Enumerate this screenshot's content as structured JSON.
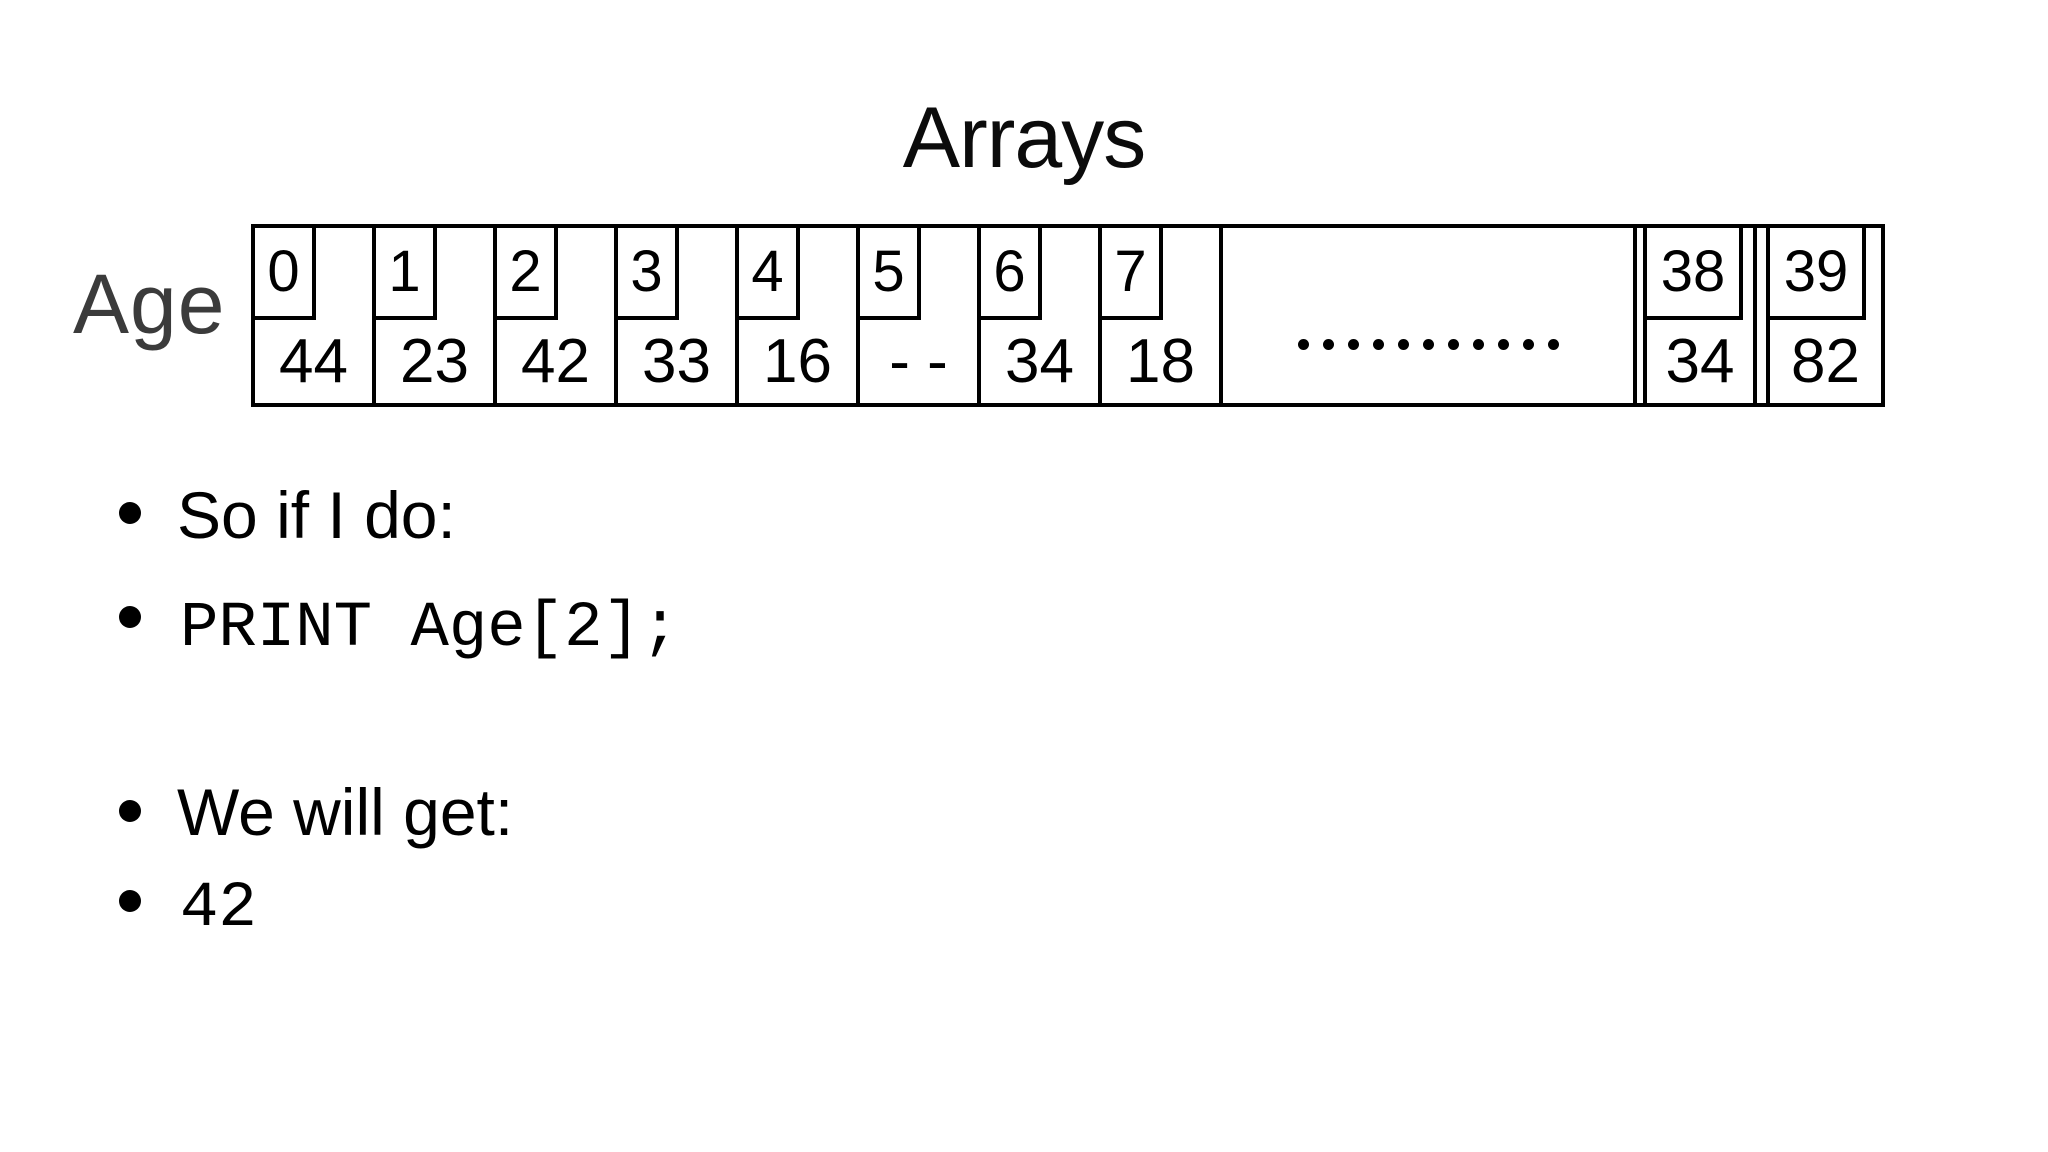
{
  "slide": {
    "title": "Arrays",
    "array_label": "Age",
    "bullets": [
      {
        "text": "So if I do:",
        "style": "sans"
      },
      {
        "text": "PRINT Age[2];",
        "style": "mono"
      },
      {
        "text": "We will get:",
        "style": "sans"
      },
      {
        "text": "42",
        "style": "mono"
      }
    ]
  },
  "array": {
    "cells": [
      {
        "index": "0",
        "value": "44"
      },
      {
        "index": "1",
        "value": "23"
      },
      {
        "index": "2",
        "value": "42"
      },
      {
        "index": "3",
        "value": "33"
      },
      {
        "index": "4",
        "value": "16"
      },
      {
        "index": "5",
        "value": "- -"
      },
      {
        "index": "6",
        "value": "34"
      },
      {
        "index": "7",
        "value": "18"
      },
      {
        "type": "ellipsis",
        "dots": 11
      },
      {
        "index": "38",
        "value": "34"
      },
      {
        "index": "39",
        "value": "82"
      }
    ]
  },
  "colors": {
    "ink": "#000000",
    "background": "#ffffff",
    "label": "#3b3b3b"
  }
}
